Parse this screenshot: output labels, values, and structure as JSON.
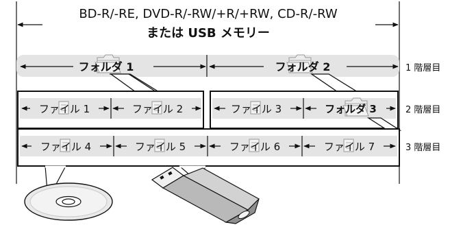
{
  "header": {
    "line1": "BD-R/-RE, DVD-R/-RW/+R/+RW, CD-R/-RW",
    "line2": "または USB メモリー"
  },
  "level1": {
    "folders": [
      "フォルダ 1",
      "フォルダ 2"
    ],
    "tier_label": "1 階層目"
  },
  "level2": {
    "items": [
      "ファイル 1",
      "ファイル 2",
      "ファイル 3",
      "フォルダ 3"
    ],
    "tier_label": "2 階層目"
  },
  "level3": {
    "items": [
      "ファイル 4",
      "ファイル 5",
      "ファイル 6",
      "ファイル 7"
    ],
    "tier_label": "3 階層目"
  },
  "icons": [
    "folder-icon",
    "file-icon",
    "disc-icon",
    "usb-drive-icon"
  ],
  "colors": {
    "band": "#e4e4e4",
    "line": "#111111",
    "icon_fill": "#ececec",
    "icon_stroke": "#9a9a9a"
  }
}
